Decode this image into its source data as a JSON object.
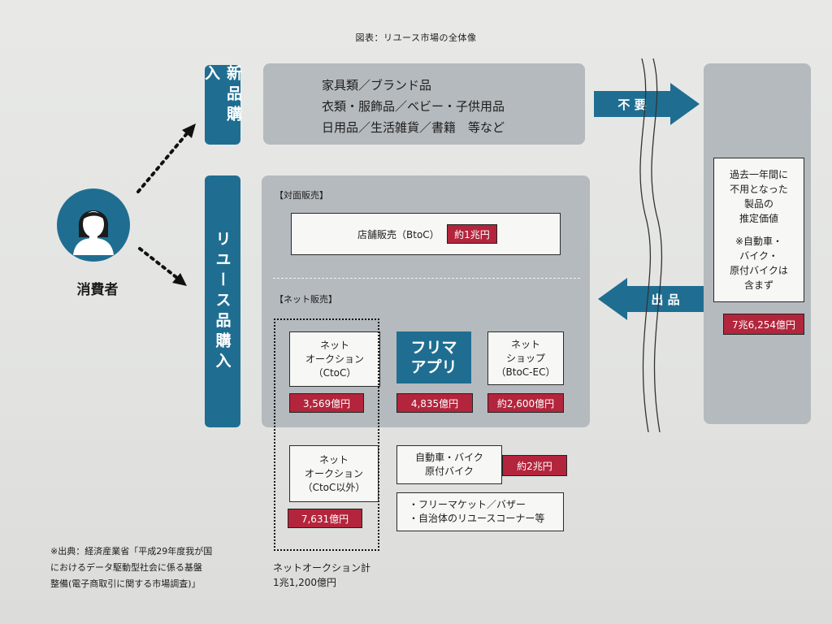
{
  "figure_title": "図表：リユース市場の全体像",
  "consumer": {
    "label": "消費者"
  },
  "left_bars": {
    "new": "新品購入",
    "reuse": "リユース品購入"
  },
  "new_goods": {
    "line1": "家具類／ブランド品",
    "line2": "衣類・服飾品／ベビー・子供用品",
    "line3": "日用品／生活雑貨／書籍　等など"
  },
  "arrows": {
    "unneeded": "不 要",
    "listing": "出 品"
  },
  "face_to_face": {
    "section_label": "【対面販売】",
    "store_label": "店舗販売（BtoC）",
    "store_value": "約1兆円"
  },
  "online": {
    "section_label": "【ネット販売】",
    "auction_ctoc": {
      "line1": "ネット",
      "line2": "オークション",
      "line3": "（CtoC）",
      "value": "3,569億円"
    },
    "flea_app": {
      "line1": "フリマ",
      "line2": "アプリ",
      "value": "4,835億円"
    },
    "net_shop": {
      "line1": "ネット",
      "line2": "ショップ",
      "line3": "（BtoC-EC）",
      "value": "約2,600億円"
    }
  },
  "auction_other": {
    "line1": "ネット",
    "line2": "オークション",
    "line3": "（CtoC以外）",
    "value": "7,631億円"
  },
  "auto": {
    "line1": "自動車・バイク",
    "line2": "原付バイク",
    "value": "約2兆円"
  },
  "flea_market": {
    "line1": "・フリーマケット／バザー",
    "line2": "・自治体のリユースコーナー等"
  },
  "unused_value": {
    "line1": "過去一年間に",
    "line2": "不用となった",
    "line3": "製品の",
    "line4": "推定価値",
    "note1": "※自動車・",
    "note2": "バイク・",
    "note3": "原付バイクは",
    "note4": "含まず",
    "value": "7兆6,254億円"
  },
  "auction_total": {
    "line1": "ネットオークション計",
    "line2": "1兆1,200億円"
  },
  "source": {
    "line1": "※出典：経済産業省「平成29年度我が国",
    "line2": "におけるデータ駆動型社会に係る基盤",
    "line3": "整備(電子商取引に関する市場調査)」"
  },
  "colors": {
    "blue": "#1f6e92",
    "red": "#b3253c",
    "panel_gray": "#b5babe"
  }
}
